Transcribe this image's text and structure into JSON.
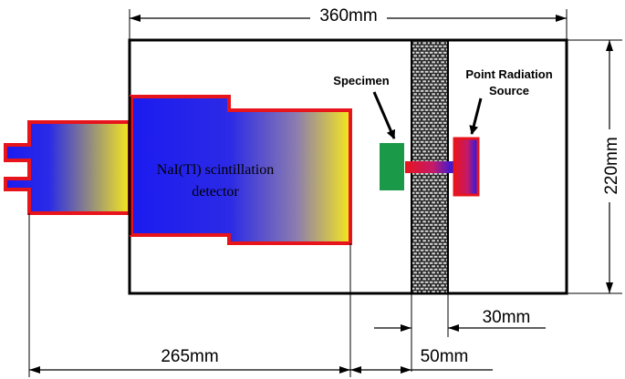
{
  "dimensions": {
    "top": "360mm",
    "right": "220mm",
    "bottom_left": "265mm",
    "bottom_right": "50mm",
    "brick": "30mm"
  },
  "labels": {
    "specimen": "Specimen",
    "source_line1": "Point Radiation",
    "source_line2": "Source",
    "detector_line1": "NaI(Tl) scintillation",
    "detector_line2": "detector"
  },
  "colors": {
    "outline_red": "#e8141c",
    "gradient_blue": "#1b1bf0",
    "gradient_yellow": "#f5e81e",
    "specimen_green": "#1a9a48",
    "source_red": "#e8141c"
  }
}
